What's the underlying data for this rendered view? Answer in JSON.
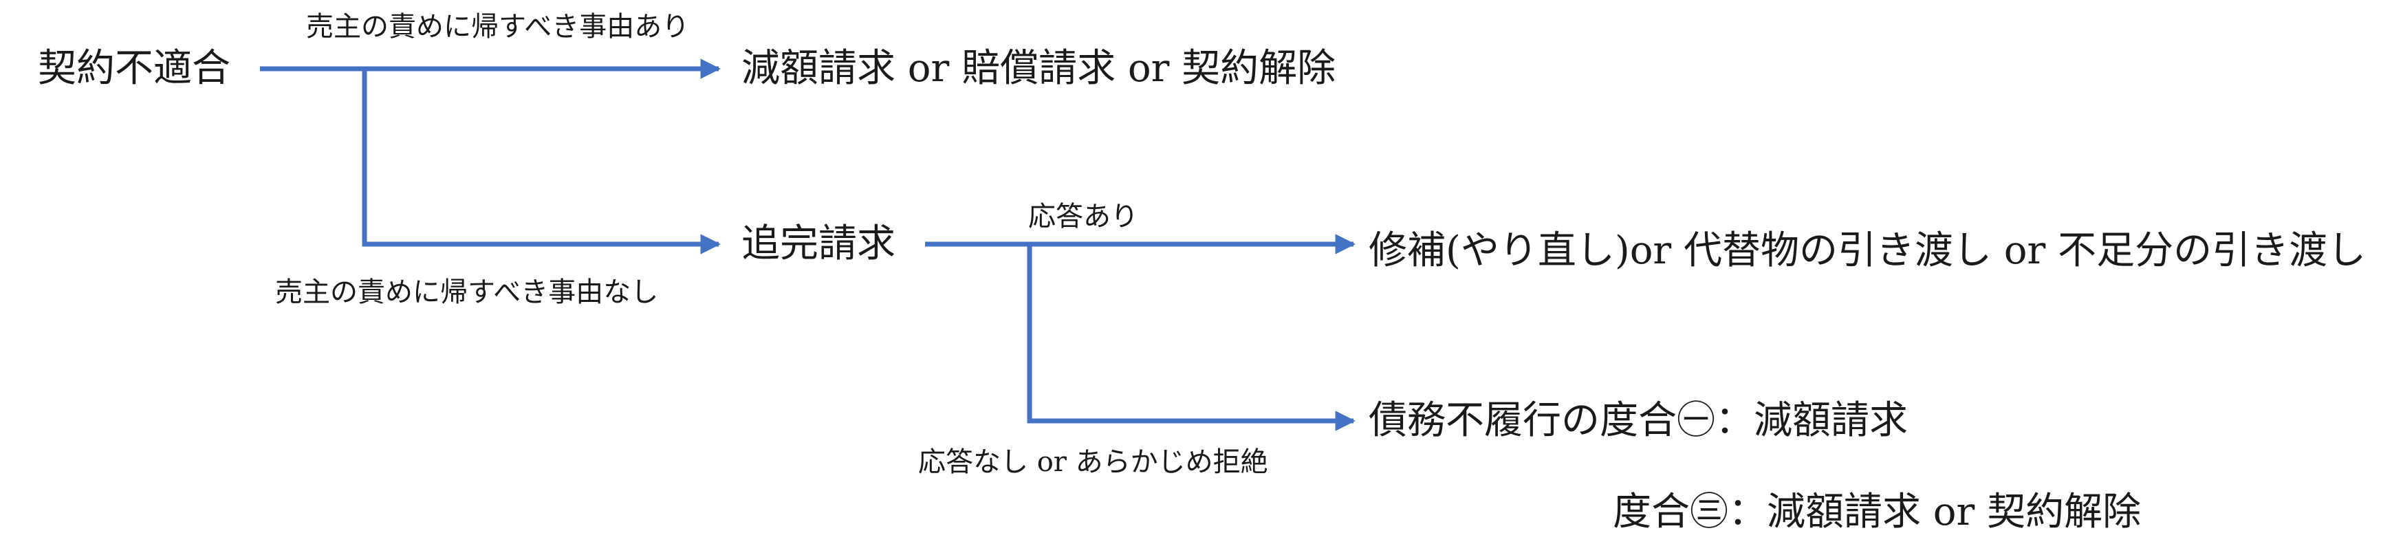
{
  "nodes": {
    "contract_nonconformity": "契約不適合",
    "price_reduction_damages_termination": "減額請求 or 賠償請求 or 契約解除",
    "cure_request": "追完請求",
    "repair_replace_deliver": "修補(やり直し)or 代替物の引き渡し or 不足分の引き渡し",
    "default_small": "債務不履行の度合㊀：減額請求",
    "default_large": "度合㊂：減額請求 or 契約解除"
  },
  "edge_labels": {
    "seller_fault": "売主の責めに帰すべき事由あり",
    "seller_no_fault": "売主の責めに帰すべき事由なし",
    "response": "応答あり",
    "no_response": "応答なし or あらかじめ拒絶"
  },
  "colors": {
    "connector": "#4472C4",
    "text": "#1a1a1a",
    "background": "#ffffff"
  }
}
